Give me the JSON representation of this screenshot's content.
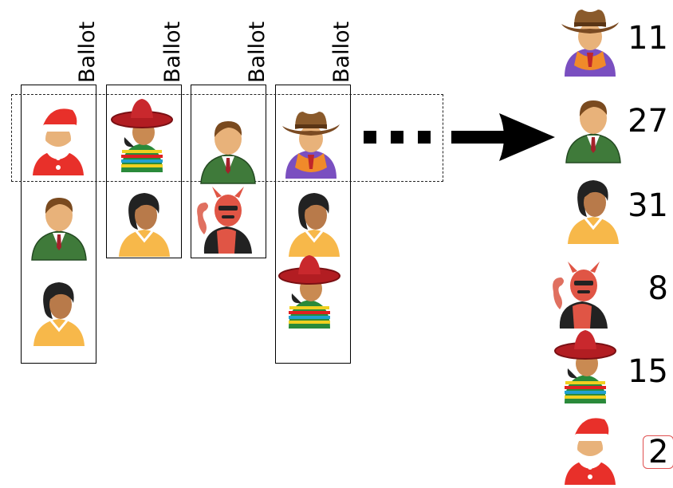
{
  "ballot_label": "Ballot",
  "ellipsis": "...",
  "candidates": [
    {
      "id": "cowboy",
      "icon": "cowboy-icon",
      "votes": "11"
    },
    {
      "id": "businessman",
      "icon": "businessman-icon",
      "votes": "27"
    },
    {
      "id": "woman",
      "icon": "woman-icon",
      "votes": "31"
    },
    {
      "id": "devil",
      "icon": "devil-icon",
      "votes": "8"
    },
    {
      "id": "mexican",
      "icon": "mexican-sombrero-icon",
      "votes": "15"
    },
    {
      "id": "santa",
      "icon": "santa-icon",
      "votes": "2"
    }
  ],
  "colors": {
    "santa_red": "#e8302a",
    "suit_green": "#3f7a3a",
    "shirt_orange": "#f7b84a",
    "devil_red": "#e05545",
    "sombrero_red": "#c0262a",
    "cowboy_hat": "#8a5a2b",
    "cowboy_shirt": "#7a4fc0",
    "skin": "#e8b27a"
  }
}
